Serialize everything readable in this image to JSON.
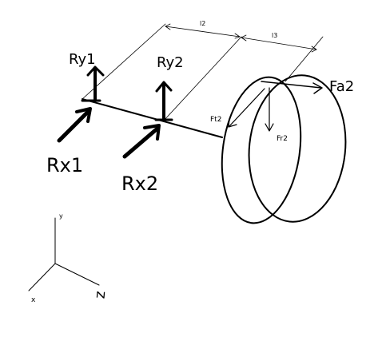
{
  "labels": {
    "Ry1": "Ry1",
    "Ry2": "Ry2",
    "Rx1": "Rx1",
    "Rx2": "Rx2",
    "l2": "l2",
    "l3": "l3",
    "Fa2": "Fa2",
    "Ft2": "Ft2",
    "Fr2": "Fr2",
    "axis_y": "y",
    "axis_x": "x",
    "axis_z": "z"
  }
}
